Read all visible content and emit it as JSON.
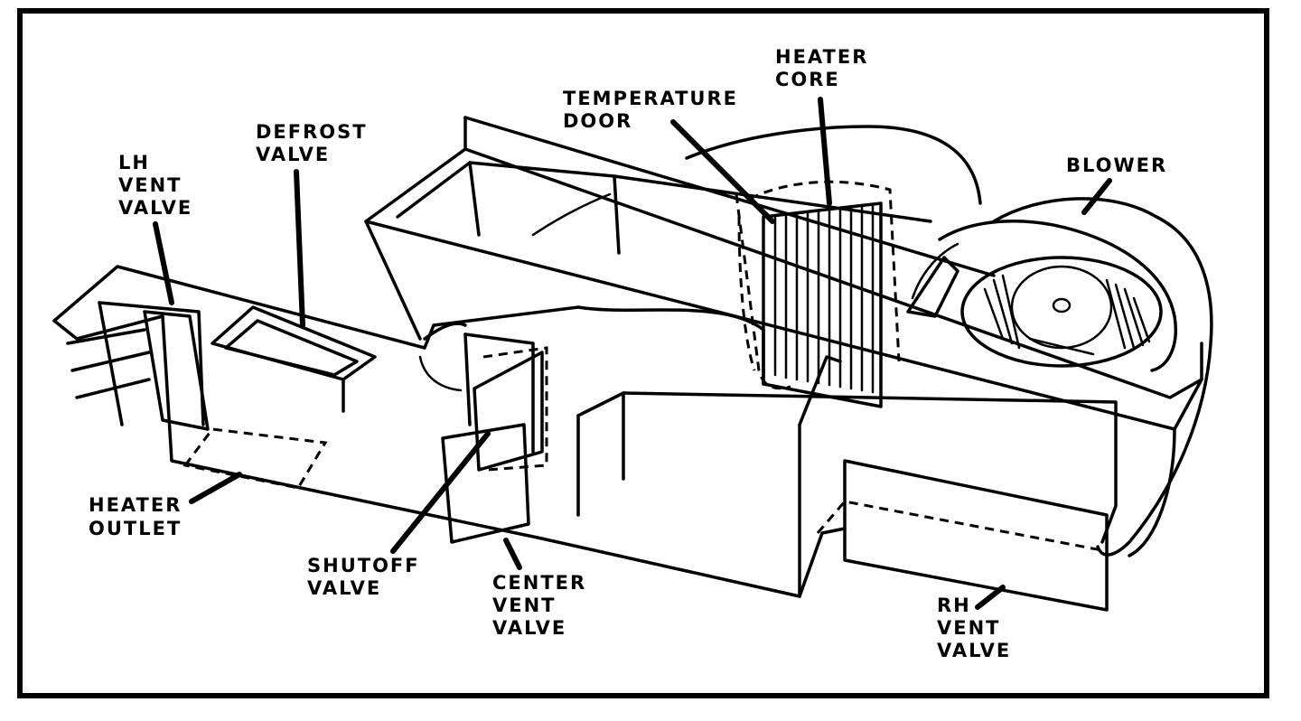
{
  "labels": {
    "lh_vent_valve": [
      "LH",
      "VENT",
      "VALVE"
    ],
    "defrost_valve": [
      "DEFROST",
      "VALVE"
    ],
    "temperature_door": [
      "TEMPERATURE",
      "DOOR"
    ],
    "heater_core": [
      "HEATER",
      "CORE"
    ],
    "blower": [
      "BLOWER"
    ],
    "heater_outlet": [
      "HEATER",
      "OUTLET"
    ],
    "shutoff_valve": [
      "SHUTOFF",
      "VALVE"
    ],
    "center_vent_valve": [
      "CENTER",
      "VENT",
      "VALVE"
    ],
    "rh_vent_valve": [
      "RH",
      "VENT",
      "VALVE"
    ]
  }
}
